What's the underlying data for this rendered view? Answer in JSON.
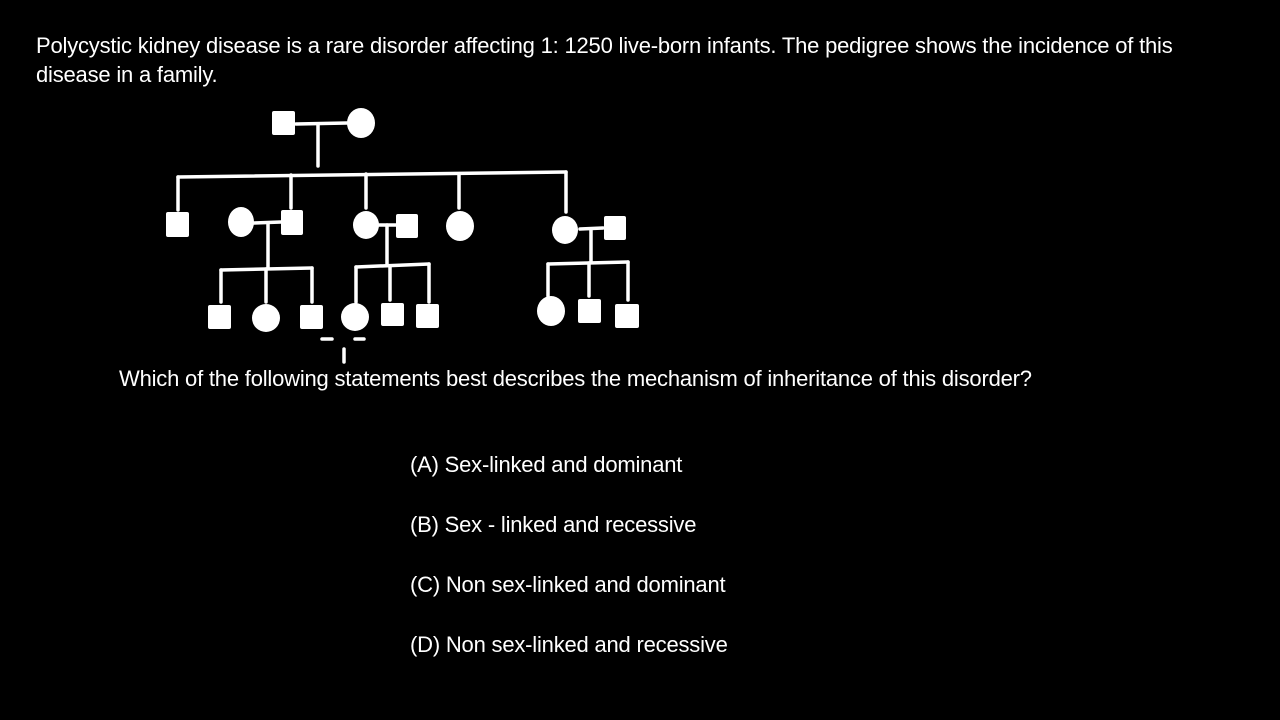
{
  "document": {
    "intro": "Polycystic kidney disease is a rare disorder affecting 1: 1250 live-born infants. The pedigree shows the incidence of this disease in a family.",
    "question": "Which of the following statements best describes the mechanism of inheritance of this disorder?",
    "options": [
      "(A) Sex-linked and dominant",
      "(B) Sex - linked and recessive",
      "(C) Non sex-linked and dominant",
      "(D) Non sex-linked and recessive"
    ]
  },
  "pedigree": {
    "generation_1": [
      "male",
      "female"
    ],
    "generation_2": [
      "male",
      "female",
      "male",
      "female",
      "male",
      "female",
      "female",
      "male"
    ],
    "generation_3": [
      "male",
      "female",
      "male",
      "female",
      "male",
      "male",
      "female",
      "male",
      "male"
    ]
  },
  "colors": {
    "background": "#000000",
    "foreground": "#ffffff"
  }
}
